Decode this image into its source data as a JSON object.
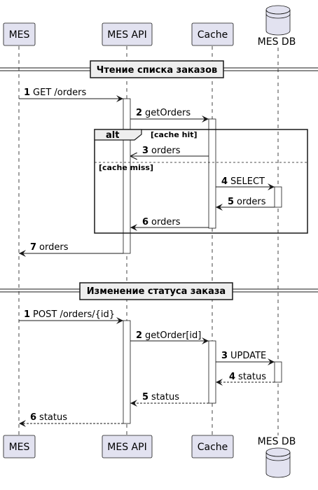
{
  "participants": {
    "mes": "MES",
    "mes_api": "MES API",
    "cache": "Cache",
    "mes_db": "MES DB"
  },
  "sections": [
    {
      "title": "Чтение списка заказов",
      "messages": [
        {
          "num": "1",
          "text": "GET /orders"
        },
        {
          "num": "2",
          "text": "getOrders"
        },
        {
          "num": "3",
          "text": "orders"
        },
        {
          "num": "4",
          "text": "SELECT"
        },
        {
          "num": "5",
          "text": "orders"
        },
        {
          "num": "6",
          "text": "orders"
        },
        {
          "num": "7",
          "text": "orders"
        }
      ],
      "alt": {
        "keyword": "alt",
        "condition_hit": "[cache hit]",
        "condition_miss": "[cache miss]"
      }
    },
    {
      "title": "Изменение статуса заказа",
      "messages": [
        {
          "num": "1",
          "text": "POST /orders/{id}"
        },
        {
          "num": "2",
          "text": "getOrder[id]"
        },
        {
          "num": "3",
          "text": "UPDATE"
        },
        {
          "num": "4",
          "text": "status"
        },
        {
          "num": "5",
          "text": "status"
        },
        {
          "num": "6",
          "text": "status"
        }
      ]
    }
  ],
  "colors": {
    "participant_fill": "#E2E2F0",
    "participant_border": "#181818",
    "lifeline": "#181818",
    "separator_fill": "#EEEEEE",
    "arrow": "#181818"
  }
}
